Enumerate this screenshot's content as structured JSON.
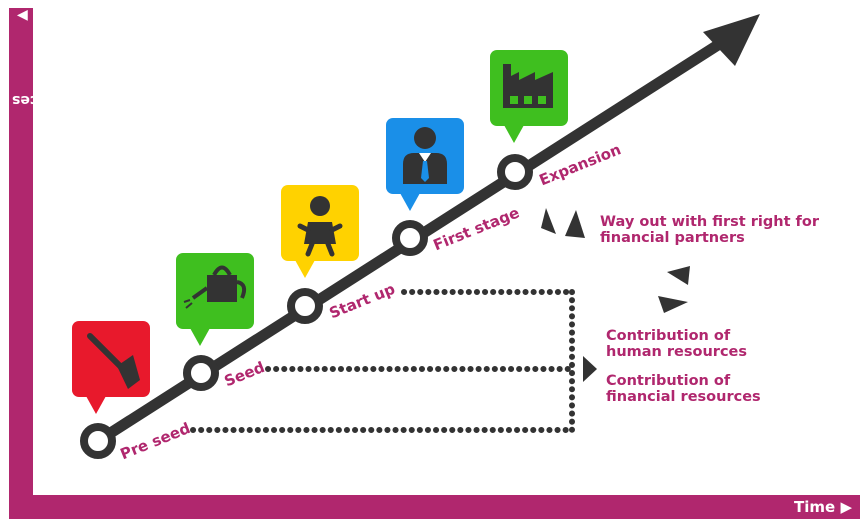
{
  "axes": {
    "y_label": "Resources",
    "x_label": "Time"
  },
  "stages": [
    {
      "label": "Pre seed",
      "icon": "shovel-icon",
      "color": "#e8192c"
    },
    {
      "label": "Seed",
      "icon": "watering-can-icon",
      "color": "#3fbf1f"
    },
    {
      "label": "Start up",
      "icon": "baby-icon",
      "color": "#ffd200"
    },
    {
      "label": "First stage",
      "icon": "businessman-icon",
      "color": "#1a8fe8"
    },
    {
      "label": "Expansion",
      "icon": "factory-icon",
      "color": "#3fbf1f"
    }
  ],
  "notes": {
    "way_out": [
      "Way out with first right for",
      "financial partners"
    ],
    "human": [
      "Contribution of",
      "human resources"
    ],
    "financial": [
      "Contribution of",
      "financial resources"
    ]
  },
  "colors": {
    "accent": "#b0276e",
    "line": "#333333"
  }
}
